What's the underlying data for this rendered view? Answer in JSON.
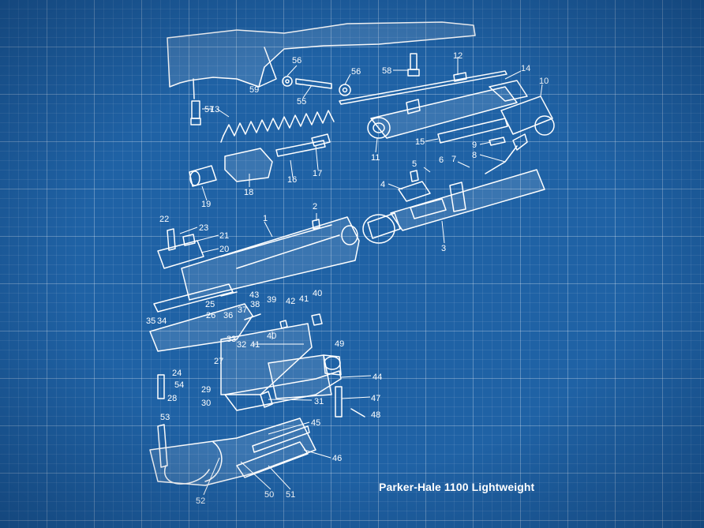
{
  "title": "Parker-Hale 1100 Lightweight",
  "colors": {
    "background": "#1f62a5",
    "line": "#ffffff"
  },
  "part_numbers": [
    "59",
    "56",
    "55",
    "56",
    "58",
    "12",
    "14",
    "10",
    "57",
    "13",
    "11",
    "15",
    "9",
    "8",
    "7",
    "5",
    "6",
    "4",
    "18",
    "16",
    "17",
    "19",
    "2",
    "1",
    "3",
    "22",
    "23",
    "21",
    "20",
    "43",
    "39",
    "40",
    "38",
    "41",
    "42",
    "25",
    "37",
    "35",
    "34",
    "26",
    "36",
    "41",
    "40",
    "33",
    "32",
    "49",
    "27",
    "24",
    "54",
    "29",
    "28",
    "30",
    "44",
    "31",
    "47",
    "48",
    "53",
    "45",
    "46",
    "52",
    "50",
    "51"
  ]
}
